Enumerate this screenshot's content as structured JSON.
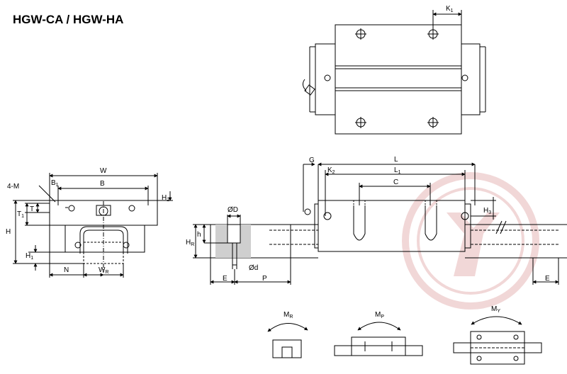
{
  "title": "HGW-CA / HGW-HA",
  "dimensions": {
    "K1": "K",
    "K1_sub": "1",
    "G": "G",
    "K2": "K",
    "K2_sub": "2",
    "L": "L",
    "L1": "L",
    "L1_sub": "1",
    "C": "C",
    "H3": "H",
    "H3_sub": "3",
    "W": "W",
    "B1": "B",
    "B1_sub": "1",
    "B": "B",
    "M": "4-M",
    "H2": "H",
    "H2_sub": "2",
    "T1": "T",
    "T1_sub": "1",
    "T": "T",
    "H": "H",
    "H1": "H",
    "H1_sub": "1",
    "N": "N",
    "WR": "W",
    "WR_sub": "R",
    "HR": "H",
    "HR_sub": "R",
    "h": "h",
    "D": "ØD",
    "d": "Ød",
    "E": "E",
    "P": "P",
    "E2": "E"
  },
  "moments": {
    "MR": "M",
    "MR_sub": "R",
    "MP": "M",
    "MP_sub": "P",
    "MY": "M",
    "MY_sub": "Y"
  },
  "colors": {
    "line": "#000000",
    "hole_fill": "#c8c8c8",
    "watermark": "#e8c4c4"
  }
}
